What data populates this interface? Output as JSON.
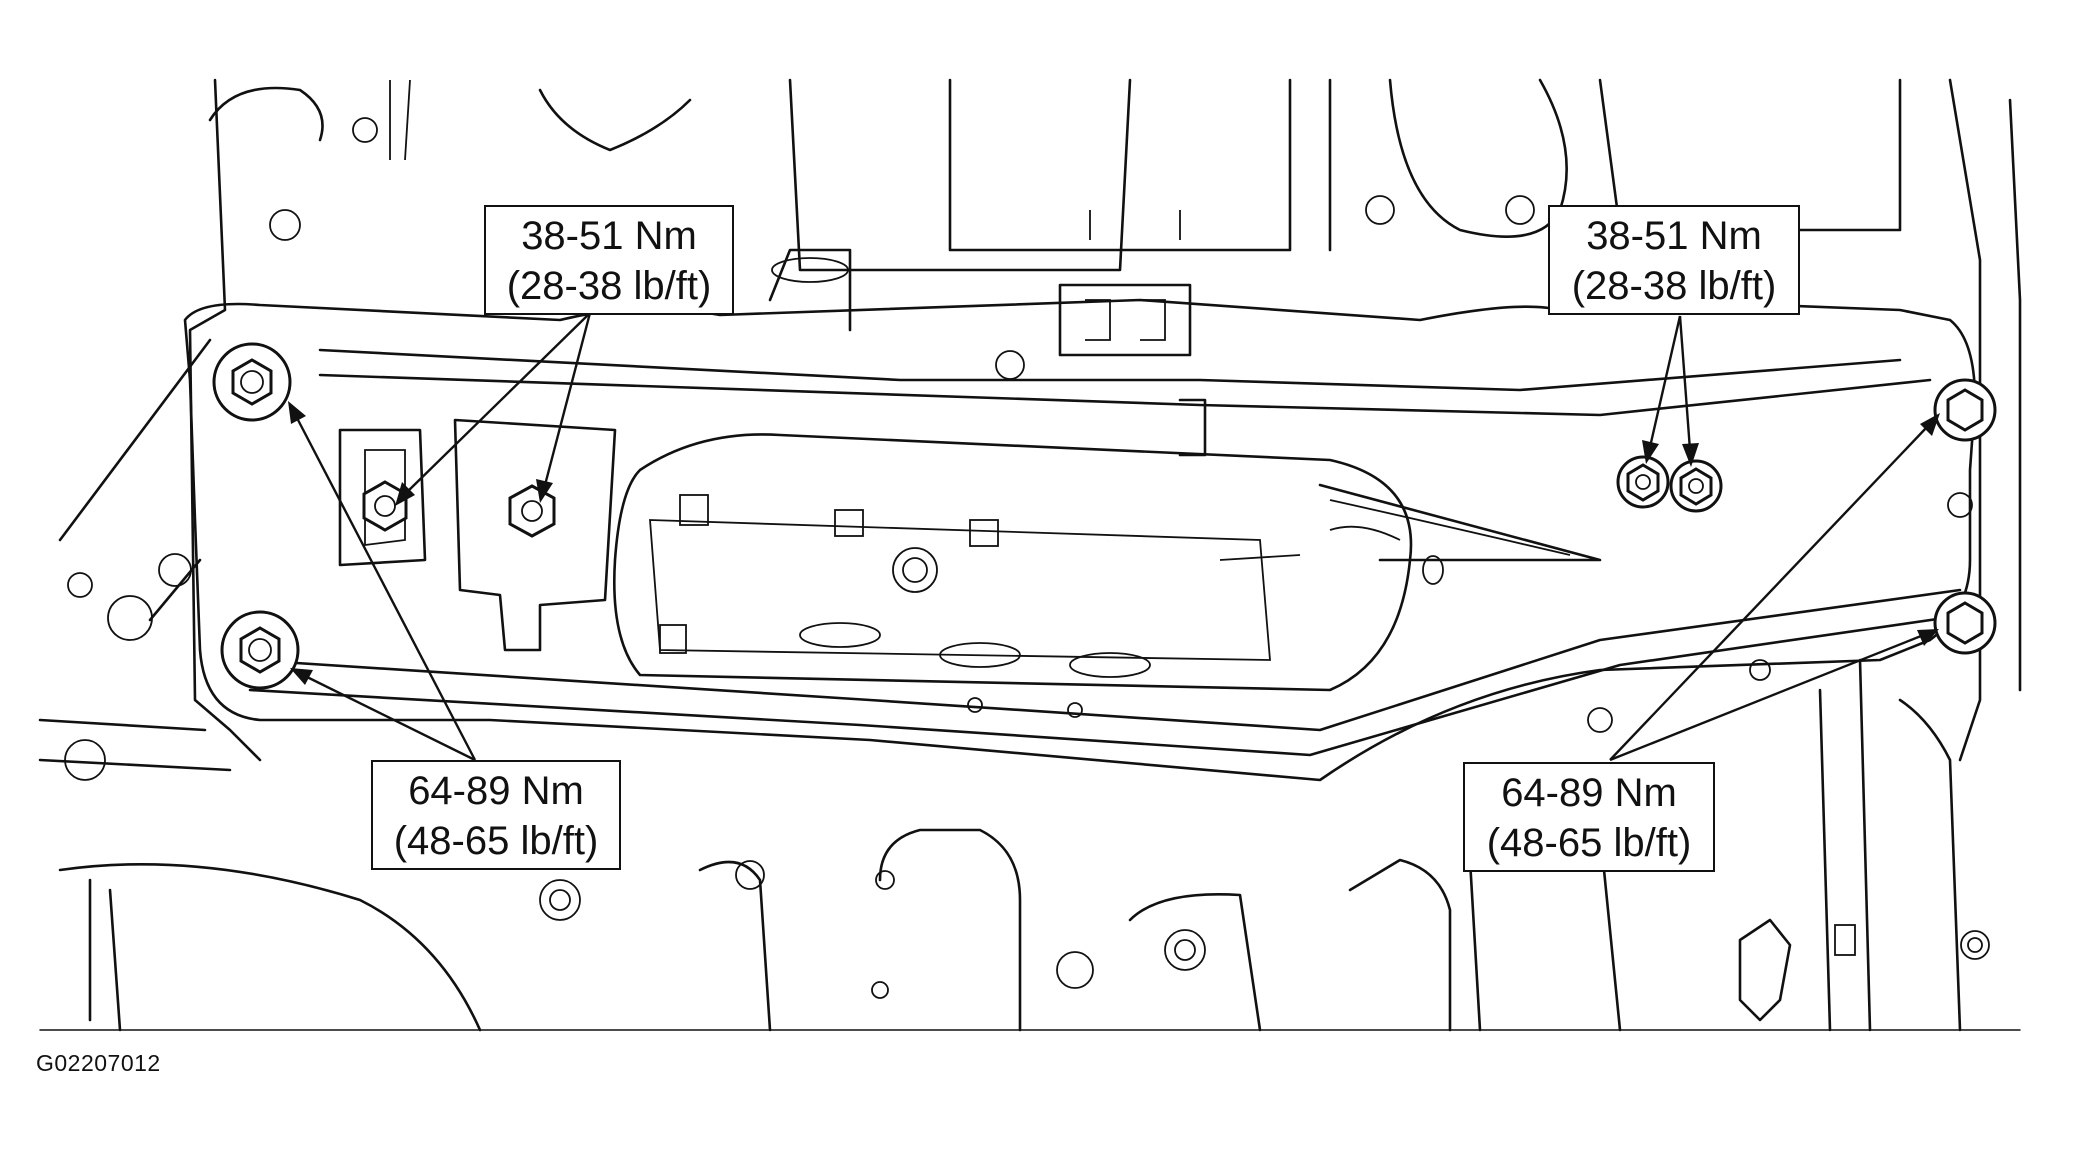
{
  "callouts": {
    "upper_left": {
      "line1": "38-51 Nm",
      "line2": "(28-38 lb/ft)"
    },
    "upper_right": {
      "line1": "38-51 Nm",
      "line2": "(28-38 lb/ft)"
    },
    "lower_left": {
      "line1": "64-89 Nm",
      "line2": "(48-65 lb/ft)"
    },
    "lower_right": {
      "line1": "64-89 Nm",
      "line2": "(48-65 lb/ft)"
    }
  },
  "figure_id": "G02207012"
}
